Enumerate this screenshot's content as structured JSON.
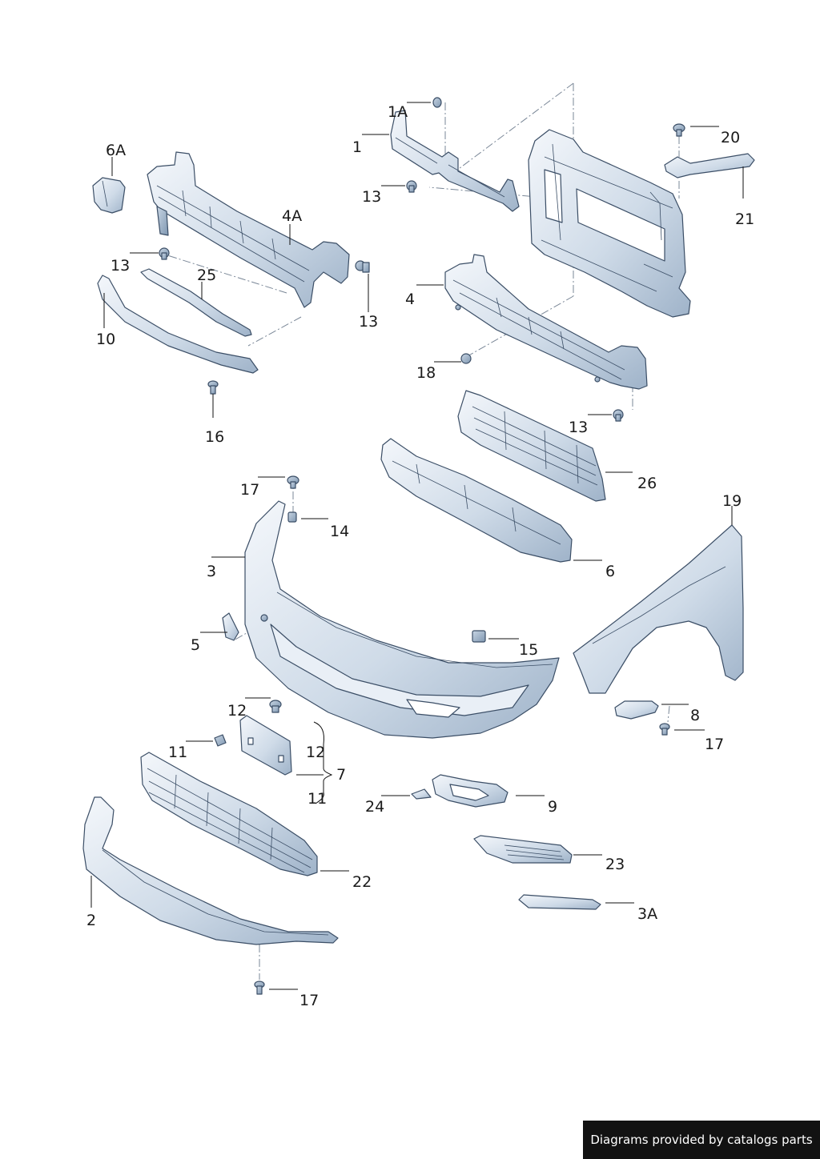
{
  "credit": "Diagrams provided by catalogs parts",
  "callouts": {
    "c1A": "1A",
    "c1": "1",
    "c13_top": "13",
    "c20": "20",
    "c21": "21",
    "c6A": "6A",
    "c4A": "4A",
    "c13_left": "13",
    "c25": "25",
    "c13_mid": "13",
    "c10": "10",
    "c4": "4",
    "c18": "18",
    "c16": "16",
    "c13_right": "13",
    "c26": "26",
    "c17_top": "17",
    "c14": "14",
    "c19": "19",
    "c3": "3",
    "c6": "6",
    "c5": "5",
    "c15": "15",
    "c8": "8",
    "c17_right": "17",
    "c12_a": "12",
    "c12_b": "12",
    "c7": "7",
    "c11_a": "11",
    "c11_b": "11",
    "c24": "24",
    "c9": "9",
    "c22": "22",
    "c23": "23",
    "c2": "2",
    "c3A": "3A",
    "c17_bottom": "17"
  }
}
